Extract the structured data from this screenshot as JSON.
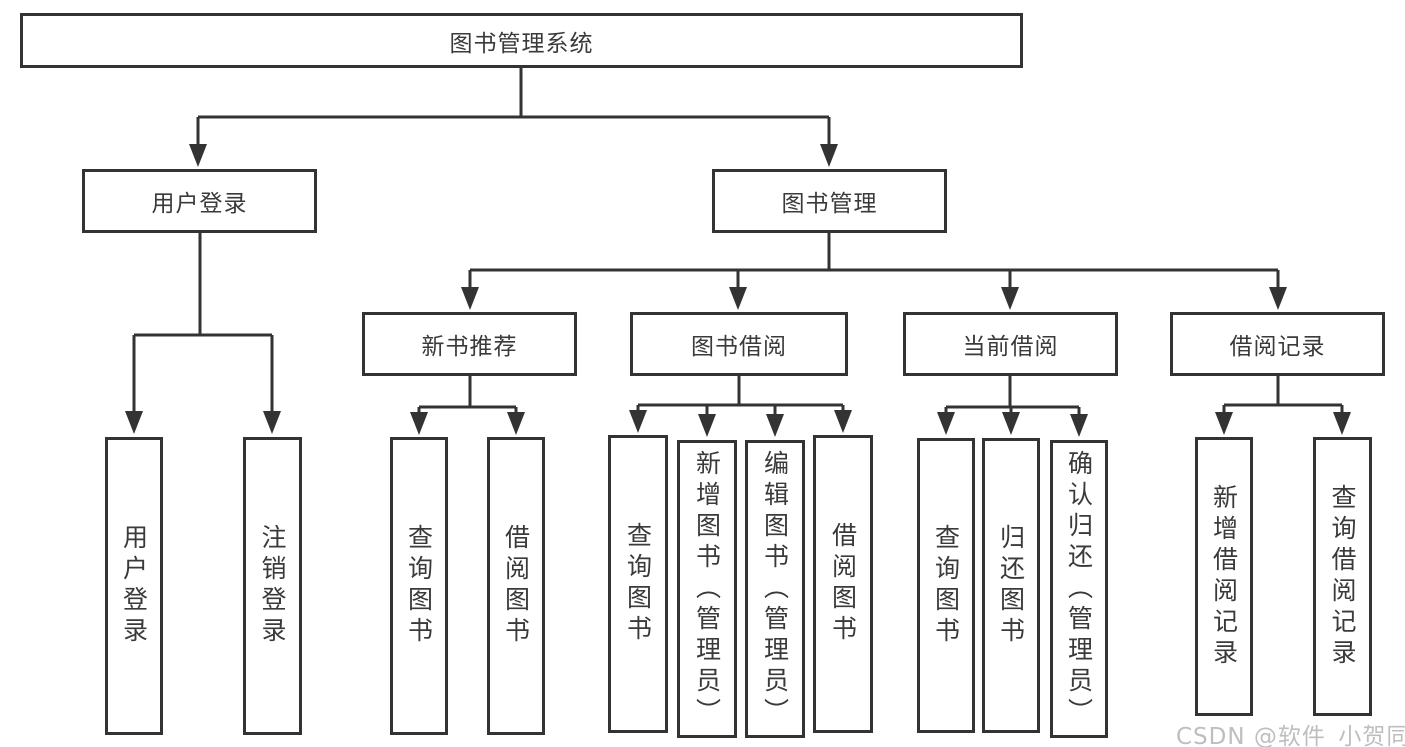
{
  "diagram": {
    "type": "function-tree",
    "root": {
      "label": "图书管理系统"
    },
    "level1": [
      {
        "label": "用户登录"
      },
      {
        "label": "图书管理"
      }
    ],
    "level2": [
      {
        "label": "新书推荐"
      },
      {
        "label": "图书借阅"
      },
      {
        "label": "当前借阅"
      },
      {
        "label": "借阅记录"
      }
    ],
    "leaves": {
      "user_login": [
        "用户登录",
        "注销登录"
      ],
      "new_book": [
        "查询图书",
        "借阅图书"
      ],
      "book_borrow": [
        "查询图书",
        "新增图书（管理员）",
        "编辑图书（管理员）",
        "借阅图书"
      ],
      "current_borrow": [
        "查询图书",
        "归还图书",
        "确认归还（管理员）"
      ],
      "borrow_records": [
        "新增借阅记录",
        "查询借阅记录"
      ]
    },
    "colors": {
      "line": "#333333",
      "border": "#333333",
      "text": "#3a3a3a",
      "background": "#ffffff",
      "watermark": "#bababa"
    }
  },
  "watermark": {
    "text": "CSDN @软件_小贺同学"
  }
}
